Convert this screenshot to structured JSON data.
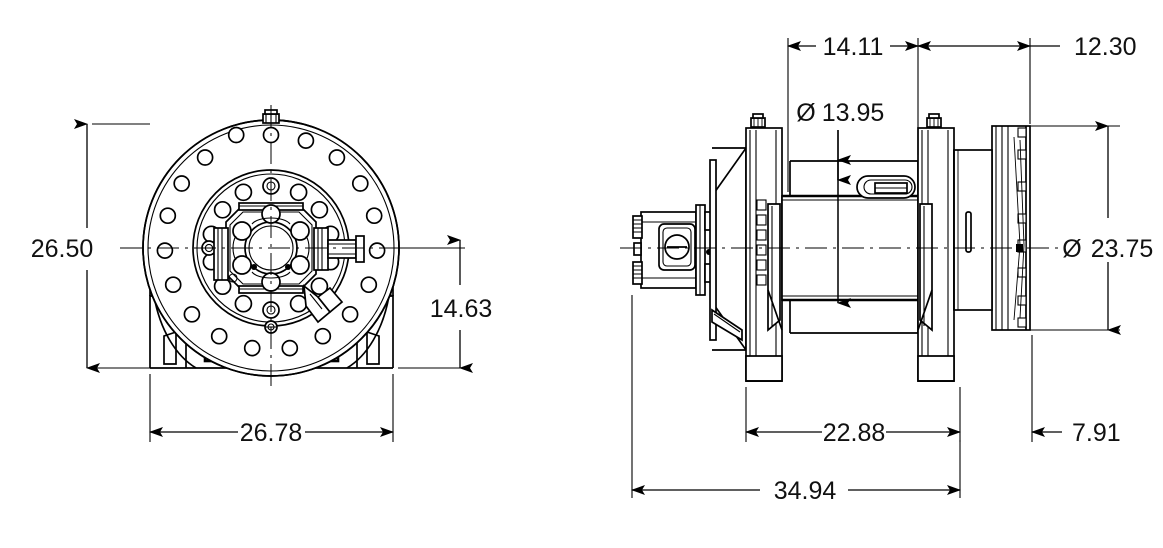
{
  "drawing": {
    "type": "engineering-drawing",
    "subject": "hydraulic-planetary-winch",
    "units_note": "",
    "views": [
      {
        "name": "end-view",
        "id": "left-view"
      },
      {
        "name": "side-view",
        "id": "right-view"
      }
    ]
  },
  "left_view": {
    "dimensions": {
      "overall_height": {
        "label": "26.50",
        "orientation": "vertical",
        "side": "left"
      },
      "center_height": {
        "label": "14.63",
        "orientation": "vertical",
        "side": "right"
      },
      "overall_width": {
        "label": "26.78",
        "orientation": "horizontal",
        "side": "bottom"
      }
    }
  },
  "right_view": {
    "dimensions": {
      "drum_barrel_length": {
        "label": "14.11",
        "orientation": "horizontal",
        "side": "top"
      },
      "brake_section_length": {
        "label": "12.30",
        "orientation": "horizontal",
        "side": "top"
      },
      "drum_core_diameter": {
        "label": "13.95",
        "symbol": "Ø",
        "orientation": "vertical"
      },
      "flange_diameter": {
        "label": "23.75",
        "symbol": "Ø",
        "orientation": "vertical",
        "side": "right"
      },
      "mount_base_length": {
        "label": "22.88",
        "orientation": "horizontal",
        "side": "bottom"
      },
      "overall_length": {
        "label": "34.94",
        "orientation": "horizontal",
        "side": "bottom"
      },
      "brake_overhang": {
        "label": "7.91",
        "orientation": "horizontal",
        "side": "bottom-right"
      }
    }
  },
  "symbols": {
    "diameter": "Ø"
  },
  "colors": {
    "line": "#000000",
    "text": "#111111",
    "background": "#ffffff"
  }
}
